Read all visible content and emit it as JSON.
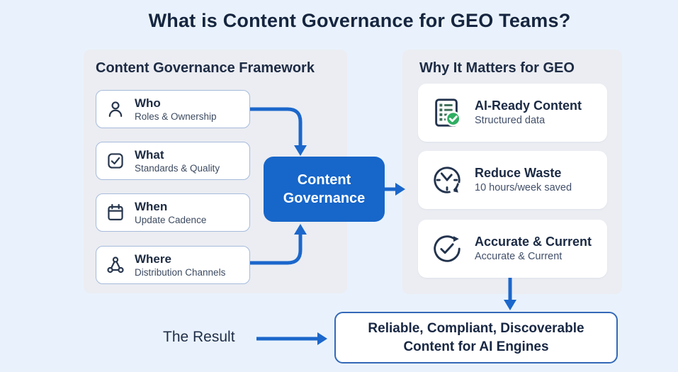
{
  "page": {
    "title": "What is Content Governance for GEO Teams?"
  },
  "colors": {
    "accent_blue": "#1b67cb",
    "hub_blue": "#1766c9",
    "dark_navy": "#1d2b44",
    "subtitle_gray": "#3c4a60",
    "panel_gray": "#ebedf2",
    "page_bg": "#e9f2fc",
    "success_green": "#2fae62",
    "box_border": "#a6badb",
    "result_border": "#3368b8"
  },
  "framework": {
    "heading": "Content Governance Framework",
    "items": [
      {
        "icon": "person-icon",
        "title": "Who",
        "subtitle": "Roles & Ownership"
      },
      {
        "icon": "checkbox-icon",
        "title": "What",
        "subtitle": "Standards & Quality"
      },
      {
        "icon": "calendar-icon",
        "title": "When",
        "subtitle": "Update Cadence"
      },
      {
        "icon": "network-icon",
        "title": "Where",
        "subtitle": "Distribution Channels"
      }
    ]
  },
  "hub": {
    "label": "Content Governance"
  },
  "benefits": {
    "heading": "Why It Matters for GEO",
    "items": [
      {
        "icon": "document-check-icon",
        "title": "AI-Ready Content",
        "subtitle": "Structured data"
      },
      {
        "icon": "clock-rewind-icon",
        "title": "Reduce Waste",
        "subtitle": "10 hours/week saved"
      },
      {
        "icon": "check-refresh-icon",
        "title": "Accurate & Current",
        "subtitle": "Accurate & Current"
      }
    ]
  },
  "result": {
    "label": "The Result",
    "text": "Reliable, Compliant, Discoverable Content for AI Engines"
  }
}
